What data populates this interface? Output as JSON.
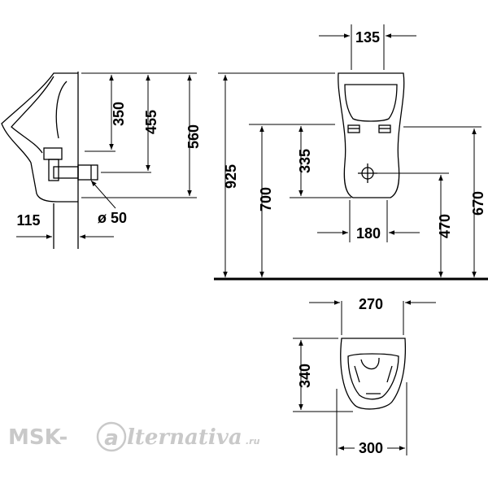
{
  "dimensions": {
    "d115": "115",
    "d50": "ø 50",
    "d350": "350",
    "d455": "455",
    "d560": "560",
    "d925": "925",
    "d700": "700",
    "d335": "335",
    "d135": "135",
    "d180": "180",
    "d470": "470",
    "d670": "670",
    "d270": "270",
    "d340": "340",
    "d300": "300"
  },
  "watermark": {
    "brand": "MSK-",
    "at": "a",
    "rest": "lternativa",
    "suffix": ".ru"
  }
}
